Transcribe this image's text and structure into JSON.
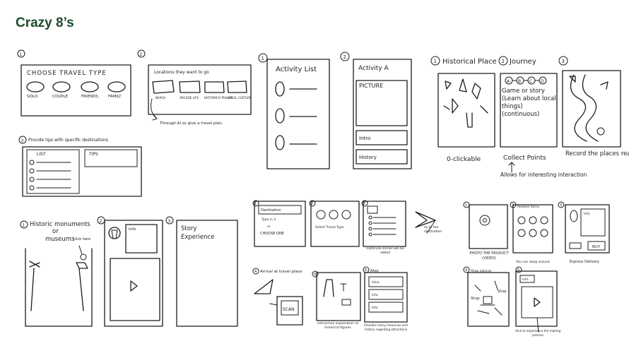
{
  "page_title": "Crazy 8’s",
  "sketches": {
    "choose_type": {
      "number": "1",
      "heading": "CHOOSE TRAVEL TYPE",
      "options": [
        "SOLO",
        "COUPLE",
        "FRIENDS",
        "FAMILY"
      ]
    },
    "locations": {
      "number": "2",
      "heading": "Locations they want to go",
      "options": [
        "BEACH",
        "ARCADE LIFE",
        "HISTORICO PHILIPS",
        "LOCAL CULTURE"
      ],
      "note": "Through AI so give a travel plan."
    },
    "tips": {
      "number": "3",
      "heading": "Provide tips with specific destinations",
      "list_label": "LIST",
      "tips_label": "TIPS"
    },
    "activity_list": {
      "number": "1",
      "heading": "Activity List"
    },
    "activity_detail": {
      "number": "2",
      "heading": "Activity A",
      "picture_label": "PICTURE",
      "intro_label": "Intro",
      "history_label": "History"
    },
    "historical_place": {
      "number": "1",
      "heading": "Historical Place",
      "caption": "0-clickable"
    },
    "journey": {
      "number": "2",
      "heading": "Journey",
      "steps": [
        "A",
        "B",
        "C",
        "D"
      ],
      "body": "Game or story (Learn about local things) (continuous)",
      "caption": "Collect Points",
      "arrow_note": "Allows for interesting interaction"
    },
    "record_places": {
      "number": "3",
      "caption": "Record the places reached"
    },
    "monuments": {
      "number": "1",
      "heading_line1": "Historic monuments",
      "heading_line2": "or",
      "heading_line3": "museums",
      "click_note": "click here"
    },
    "video_screen": {
      "number": "2",
      "info_label": "Info"
    },
    "story_experience": {
      "number": "3",
      "text": "Story Experience"
    },
    "destination_picker": {
      "number": "1",
      "field_label": "Destination",
      "type_label": "Type in 3",
      "or_label": "or",
      "choose_label": "CHOOSE ONE"
    },
    "travel_type": {
      "number": "2",
      "label": "Select Travel Type"
    },
    "history_stories": {
      "number": "3",
      "caption": "Historical stories will be added"
    },
    "fly_note": {
      "text": "fly to the destination"
    },
    "arrival": {
      "number": "4",
      "heading": "Arrival at travel place",
      "scan_label": "SCAN"
    },
    "figures": {
      "number": "5",
      "caption": "Interactive explanation of historical figures"
    },
    "info_list": {
      "number": "6",
      "heading": "Also",
      "items": [
        "Intro",
        "Info",
        "Info"
      ],
      "caption": "Provides many resources and history regarding attractions"
    },
    "product_photo": {
      "number": "1",
      "caption": "PHOTO THE PRODUCT (VIDEO)"
    },
    "related_items": {
      "number": "2",
      "heading": "Related items",
      "caption": "You can swap around"
    },
    "shop": {
      "number": "3",
      "info_label": "Info",
      "buy_label": "BUY",
      "caption": "Express Delivery"
    },
    "shop_map": {
      "number": "4",
      "heading": "Shop placing",
      "shop_label": "Shop",
      "shop2_label": "Shop"
    },
    "video_play": {
      "number": "5",
      "heading": "Info",
      "caption": "click to experience the making process"
    }
  }
}
